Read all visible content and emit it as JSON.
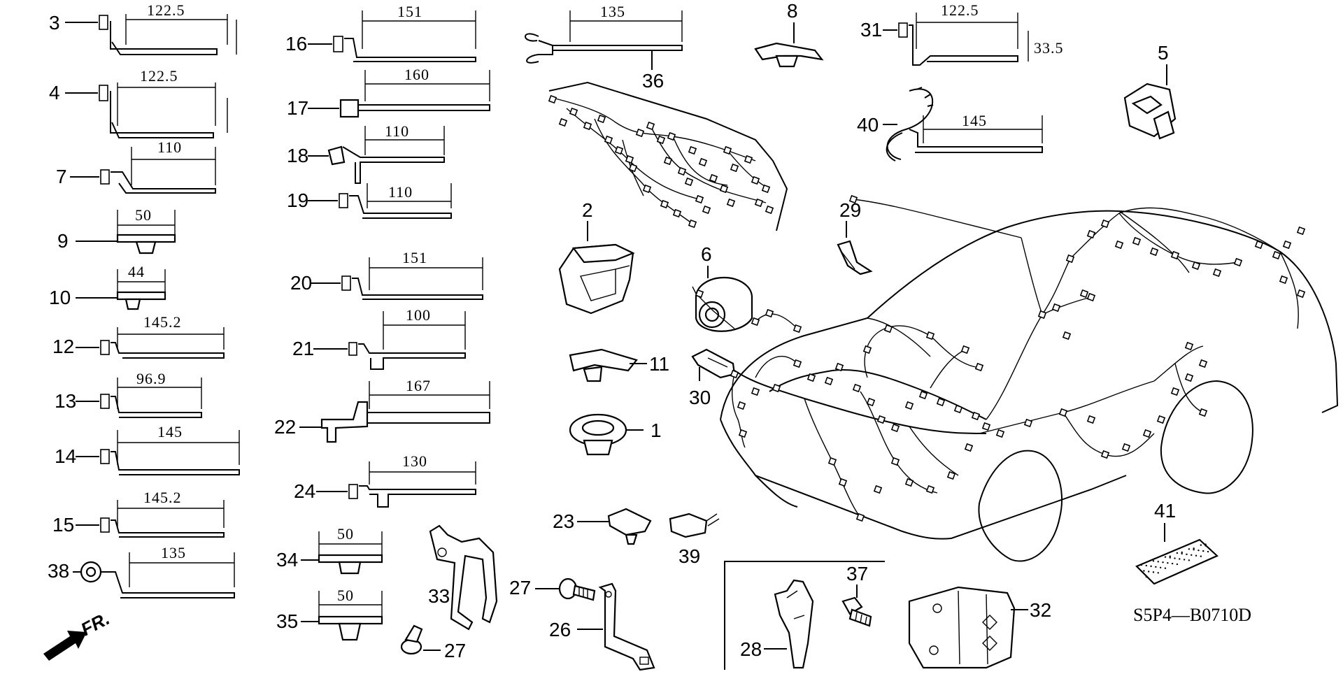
{
  "diagram": {
    "code": "S5P4—B0710D",
    "direction": "FR.",
    "clips": [
      {
        "id": "c3",
        "num": "3",
        "dim": "122.5",
        "extra": ""
      },
      {
        "id": "c4",
        "num": "4",
        "dim": "122.5",
        "extra": ""
      },
      {
        "id": "c7",
        "num": "7",
        "dim": "110",
        "extra": ""
      },
      {
        "id": "c9",
        "num": "9",
        "dim": "50",
        "extra": ""
      },
      {
        "id": "c10",
        "num": "10",
        "dim": "44",
        "extra": ""
      },
      {
        "id": "c12",
        "num": "12",
        "dim": "145.2",
        "extra": ""
      },
      {
        "id": "c13",
        "num": "13",
        "dim": "96.9",
        "extra": ""
      },
      {
        "id": "c14",
        "num": "14",
        "dim": "145",
        "extra": ""
      },
      {
        "id": "c15",
        "num": "15",
        "dim": "145.2",
        "extra": ""
      },
      {
        "id": "c38",
        "num": "38",
        "dim": "135",
        "extra": ""
      },
      {
        "id": "c16",
        "num": "16",
        "dim": "151",
        "extra": ""
      },
      {
        "id": "c17",
        "num": "17",
        "dim": "160",
        "extra": ""
      },
      {
        "id": "c18",
        "num": "18",
        "dim": "110",
        "extra": ""
      },
      {
        "id": "c19",
        "num": "19",
        "dim": "110",
        "extra": ""
      },
      {
        "id": "c20",
        "num": "20",
        "dim": "151",
        "extra": ""
      },
      {
        "id": "c21",
        "num": "21",
        "dim": "100",
        "extra": ""
      },
      {
        "id": "c22",
        "num": "22",
        "dim": "167",
        "extra": ""
      },
      {
        "id": "c24",
        "num": "24",
        "dim": "130",
        "extra": ""
      },
      {
        "id": "c34",
        "num": "34",
        "dim": "50",
        "extra": ""
      },
      {
        "id": "c35",
        "num": "35",
        "dim": "50",
        "extra": ""
      },
      {
        "id": "c36",
        "num": "36",
        "dim": "135",
        "extra": ""
      },
      {
        "id": "c31",
        "num": "31",
        "dim": "122.5",
        "extra": "33.5"
      },
      {
        "id": "c40",
        "num": "40",
        "dim": "145",
        "extra": ""
      }
    ],
    "parts": [
      {
        "id": "p8",
        "num": "8"
      },
      {
        "id": "p5",
        "num": "5"
      },
      {
        "id": "p2",
        "num": "2"
      },
      {
        "id": "p6",
        "num": "6"
      },
      {
        "id": "p29",
        "num": "29"
      },
      {
        "id": "p11",
        "num": "11"
      },
      {
        "id": "p30",
        "num": "30"
      },
      {
        "id": "p1",
        "num": "1"
      },
      {
        "id": "p23",
        "num": "23"
      },
      {
        "id": "p39",
        "num": "39"
      },
      {
        "id": "p33",
        "num": "33"
      },
      {
        "id": "p27a",
        "num": "27"
      },
      {
        "id": "p27b",
        "num": "27"
      },
      {
        "id": "p26",
        "num": "26"
      },
      {
        "id": "p28",
        "num": "28"
      },
      {
        "id": "p37",
        "num": "37"
      },
      {
        "id": "p32",
        "num": "32"
      },
      {
        "id": "p41",
        "num": "41"
      }
    ]
  }
}
